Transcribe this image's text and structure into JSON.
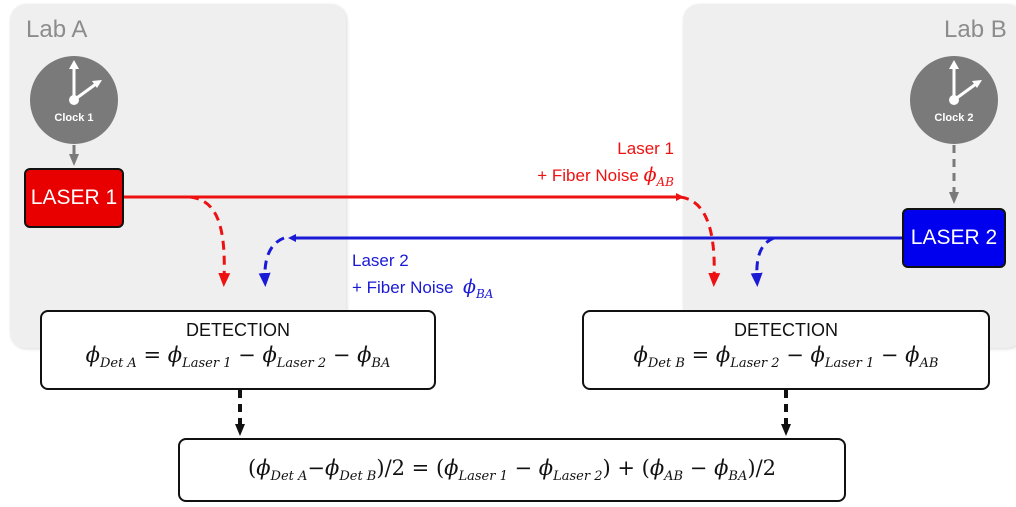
{
  "lab_a": {
    "title": "Lab A"
  },
  "lab_b": {
    "title": "Lab B"
  },
  "clock_1": {
    "label": "Clock 1"
  },
  "clock_2": {
    "label": "Clock 2"
  },
  "laser_1": {
    "label": "LASER 1"
  },
  "laser_2": {
    "label": "LASER 2"
  },
  "link_ab": {
    "line1": "Laser 1",
    "line2": "+ Fiber Noise",
    "noise_symbol": "ϕ",
    "noise_sub": "AB"
  },
  "link_ba": {
    "line1": "Laser 2",
    "line2": "+ Fiber Noise",
    "noise_symbol": "ϕ",
    "noise_sub": "BA"
  },
  "detection_a": {
    "title": "DETECTION",
    "formula": {
      "phi": "ϕ",
      "s1": "Det A",
      "s2": "Laser 1",
      "s3": "Laser 2",
      "s4": "BA"
    }
  },
  "detection_b": {
    "title": "DETECTION",
    "formula": {
      "phi": "ϕ",
      "s1": "Det B",
      "s2": "Laser 2",
      "s3": "Laser 1",
      "s4": "AB"
    }
  },
  "result": {
    "formula": {
      "phi": "ϕ",
      "s1": "Det A",
      "s2": "Det B",
      "s3": "Laser 1",
      "s4": "Laser 2",
      "s5": "AB",
      "s6": "BA",
      "half": "/2"
    }
  },
  "colors": {
    "red": "#ee1111",
    "blue": "#1a1ad6",
    "laser1_fill": "#e80000",
    "laser2_fill": "#0000ee",
    "lab_bg": "#efefef",
    "clock": "#7a7a7a"
  }
}
